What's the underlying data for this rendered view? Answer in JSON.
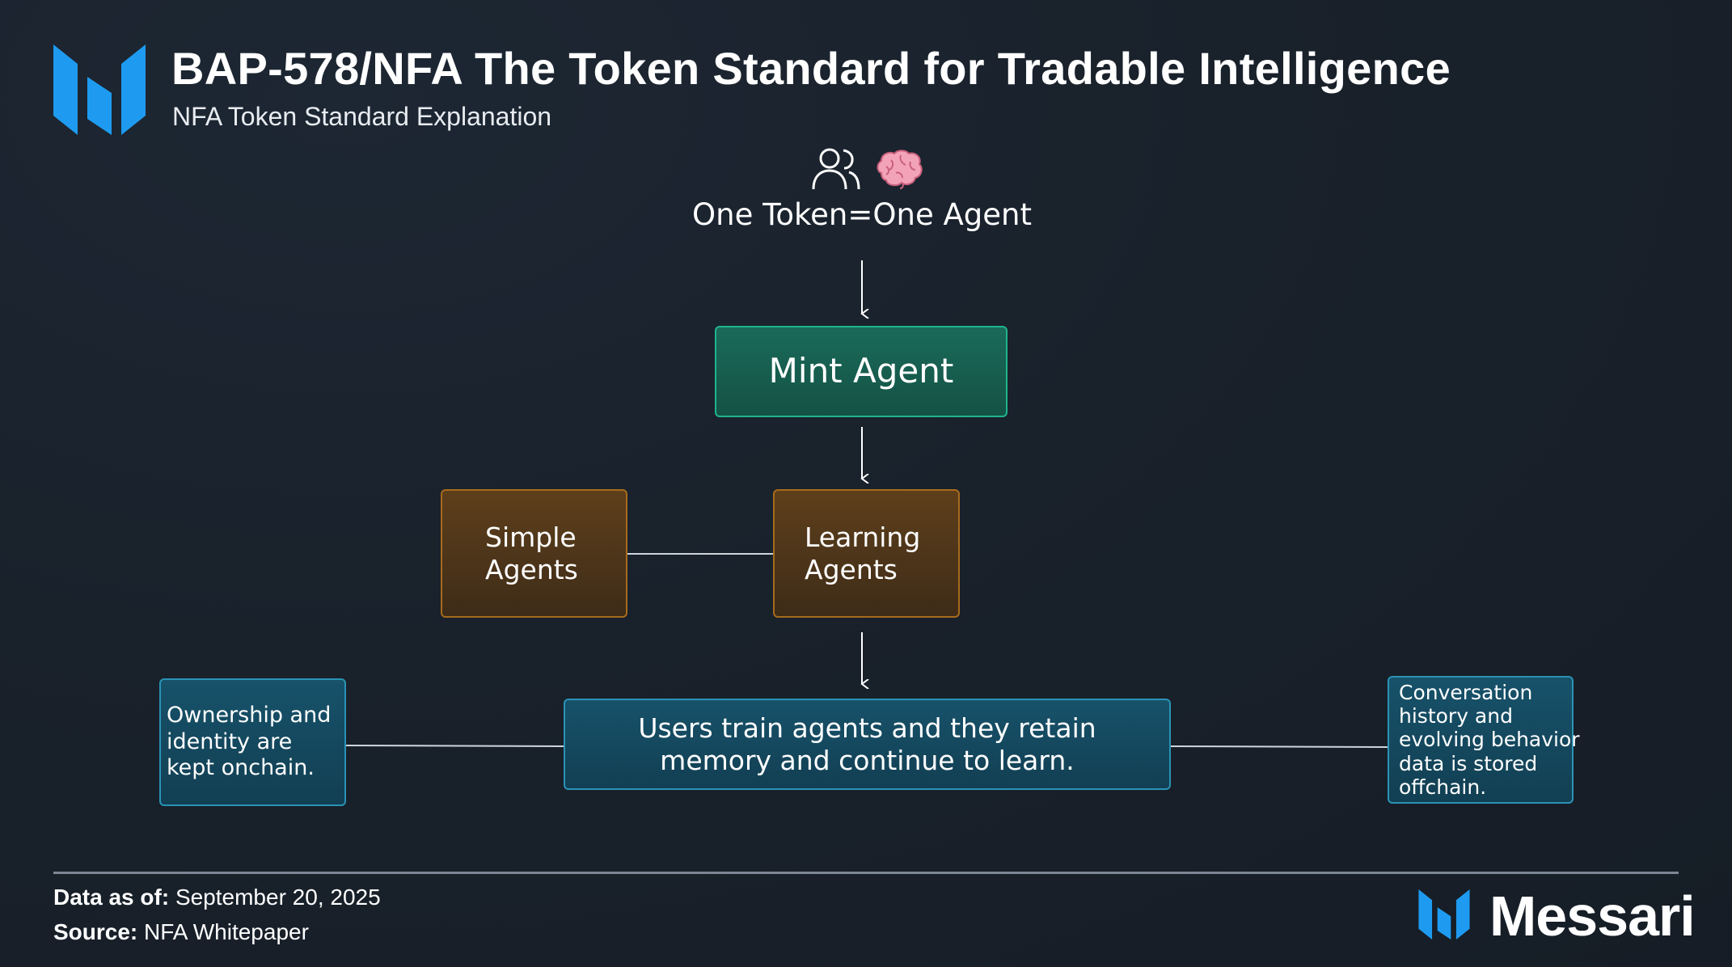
{
  "header": {
    "title": "BAP-578/NFA The Token Standard for Tradable Intelligence",
    "subtitle": "NFA Token Standard Explanation",
    "logo_icon": "messari-logo-icon"
  },
  "diagram": {
    "top_icons": [
      "users-icon",
      "brain-icon"
    ],
    "top_label": "One Token=One Agent",
    "mint": "Mint Agent",
    "simple_agents": [
      "Simple",
      "Agents"
    ],
    "learning_agents": [
      "Learning",
      "Agents"
    ],
    "users_train": [
      "Users train agents and they retain",
      "memory and continue to learn."
    ],
    "ownership": [
      "Ownership and",
      "identity are",
      "kept onchain."
    ],
    "conversation": [
      "Conversation",
      "history and",
      "evolving behavior",
      "data is stored",
      "offchain."
    ]
  },
  "footer": {
    "data_as_of_label": "Data as of:",
    "data_as_of_value": "September 20, 2025",
    "source_label": "Source:",
    "source_value": "NFA Whitepaper",
    "brand": "Messari"
  },
  "colors": {
    "accent_blue": "#1e9bf0",
    "green_box": "#1fb48c",
    "brown_box": "#a86a1c",
    "blue_box": "#2a93b5"
  }
}
